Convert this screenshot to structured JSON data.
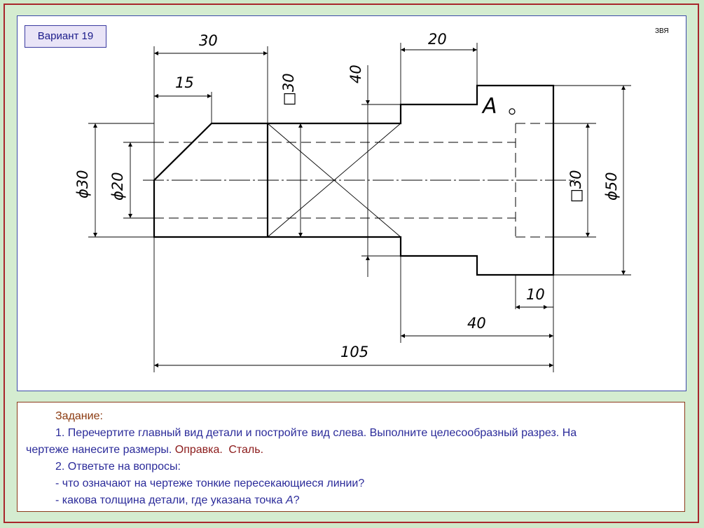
{
  "variant": "Вариант 19",
  "author_tag": "ЗВЯ",
  "dimensions": {
    "top_30": "30",
    "top_15": "15",
    "square_30_left": "□30",
    "vertical_40": "40",
    "top_20": "20",
    "point_a": "A",
    "dia_30": "ϕ30",
    "dia_20": "ϕ20",
    "square_30_right": "□30",
    "dia_50": "ϕ50",
    "bottom_10": "10",
    "bottom_40": "40",
    "bottom_105": "105"
  },
  "task": {
    "title": "Задание:",
    "item1_a": "1. Перечертите главный вид детали и постройте вид слева. Выполните целесообразный разрез. На",
    "item1_b": "чертеже нанесите размеры.",
    "item1_c": "Оправка.",
    "item1_d": "Сталь.",
    "item2": "2.  Ответьте  на вопросы:",
    "q1": "- что означают на чертеже тонкие пересекающиеся линии?",
    "q2_a": "- какова толщина детали, где указана точка",
    "q2_b": "А",
    "q2_c": "?"
  }
}
